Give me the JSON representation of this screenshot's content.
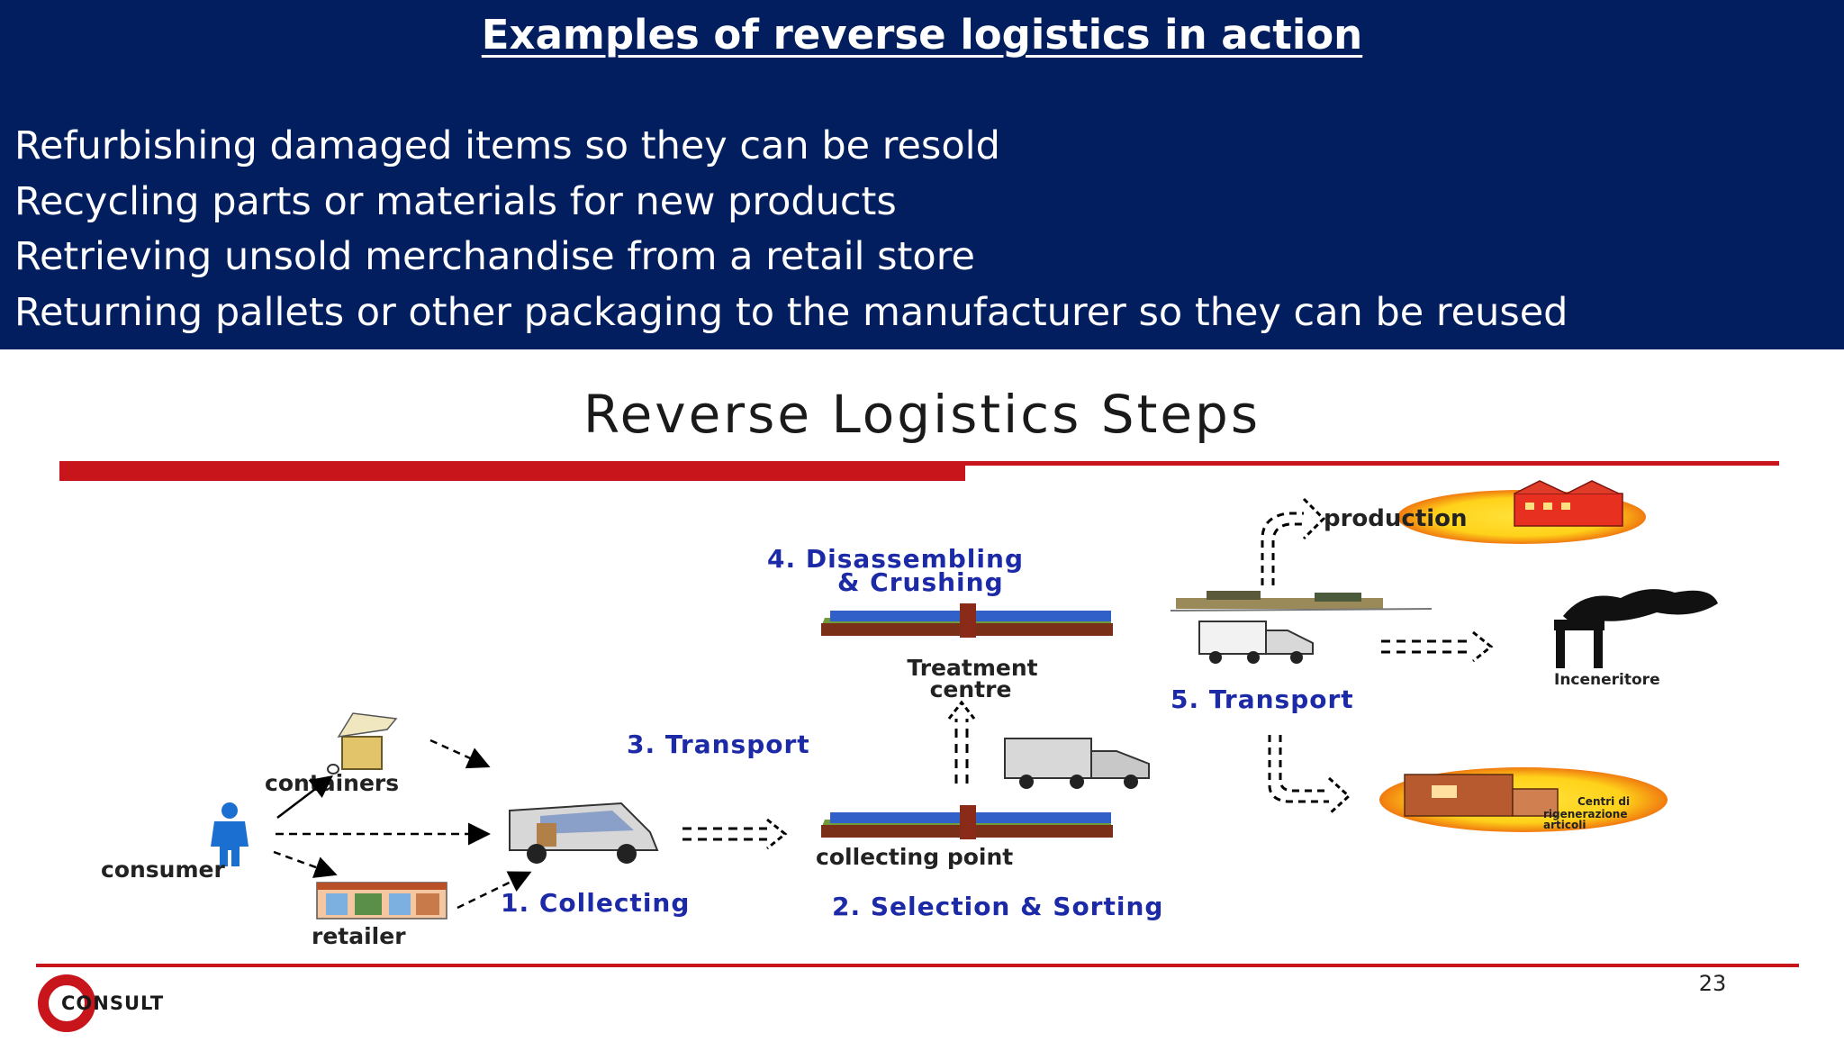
{
  "header": {
    "title": "Examples of reverse logistics in action",
    "bullets": [
      "Refurbishing damaged items so they can be resold",
      "Recycling parts or materials for new products",
      "Retrieving unsold merchandise from a retail store",
      "Returning pallets or other packaging to the manufacturer so they can be reused"
    ]
  },
  "diagram": {
    "title": "Reverse Logistics Steps",
    "steps": {
      "collecting": "1. Collecting",
      "selection": "2. Selection & Sorting",
      "transport_3": "3. Transport",
      "disassembling_1": "4. Disassembling",
      "disassembling_2": "& Crushing",
      "transport_5": "5. Transport"
    },
    "labels": {
      "containers": "containers",
      "consumer": "consumer",
      "retailer": "retailer",
      "collecting_point": "collecting point",
      "treatment_1": "Treatment",
      "treatment_2": "centre",
      "production": "production",
      "incinerator": "Inceneritore",
      "centri_1": "Centri di",
      "centri_2": "rigenerazione",
      "centri_3": "articoli"
    },
    "logo_text": "CONSULT",
    "page_number": "23"
  },
  "colors": {
    "header_bg": "#021e5f",
    "step_text": "#1c2aa8",
    "accent_red": "#c8141b"
  }
}
